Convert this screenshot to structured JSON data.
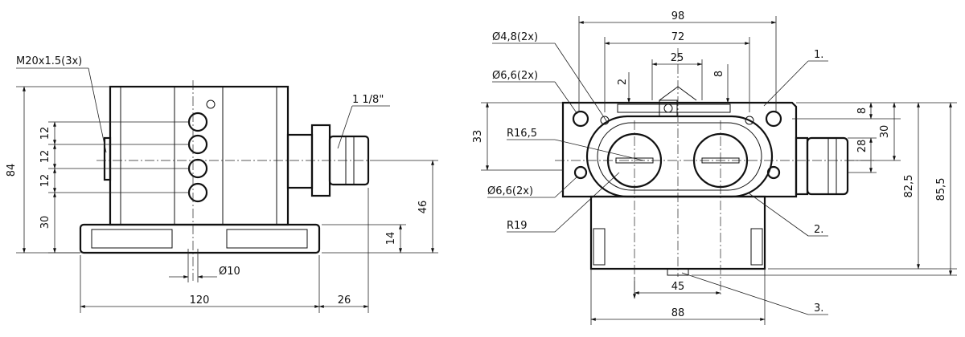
{
  "left_view": {
    "thread_label": "M20x1.5(3x)",
    "connector_label": "1 1/8\"",
    "dim_84": "84",
    "dim_12a": "12",
    "dim_12b": "12",
    "dim_12c": "12",
    "dim_30": "30",
    "dim_46": "46",
    "dim_14": "14",
    "dim_dia10": "Ø10",
    "dim_120": "120",
    "dim_26": "26"
  },
  "right_view": {
    "dim_98": "98",
    "dim_72": "72",
    "dim_25": "25",
    "dim_2": "2",
    "dim_8_top": "8",
    "dim_8_right": "8",
    "dim_30": "30",
    "dim_28": "28",
    "dim_33": "33",
    "dim_82_5": "82,5",
    "dim_85_5": "85,5",
    "dim_45": "45",
    "dim_88": "88",
    "hole_48": "Ø4,8(2x)",
    "hole_66_top": "Ø6,6(2x)",
    "hole_66_bottom": "Ø6,6(2x)",
    "radius_165": "R16,5",
    "radius_19": "R19",
    "callout_1": "1.",
    "callout_2": "2.",
    "callout_3": "3."
  }
}
